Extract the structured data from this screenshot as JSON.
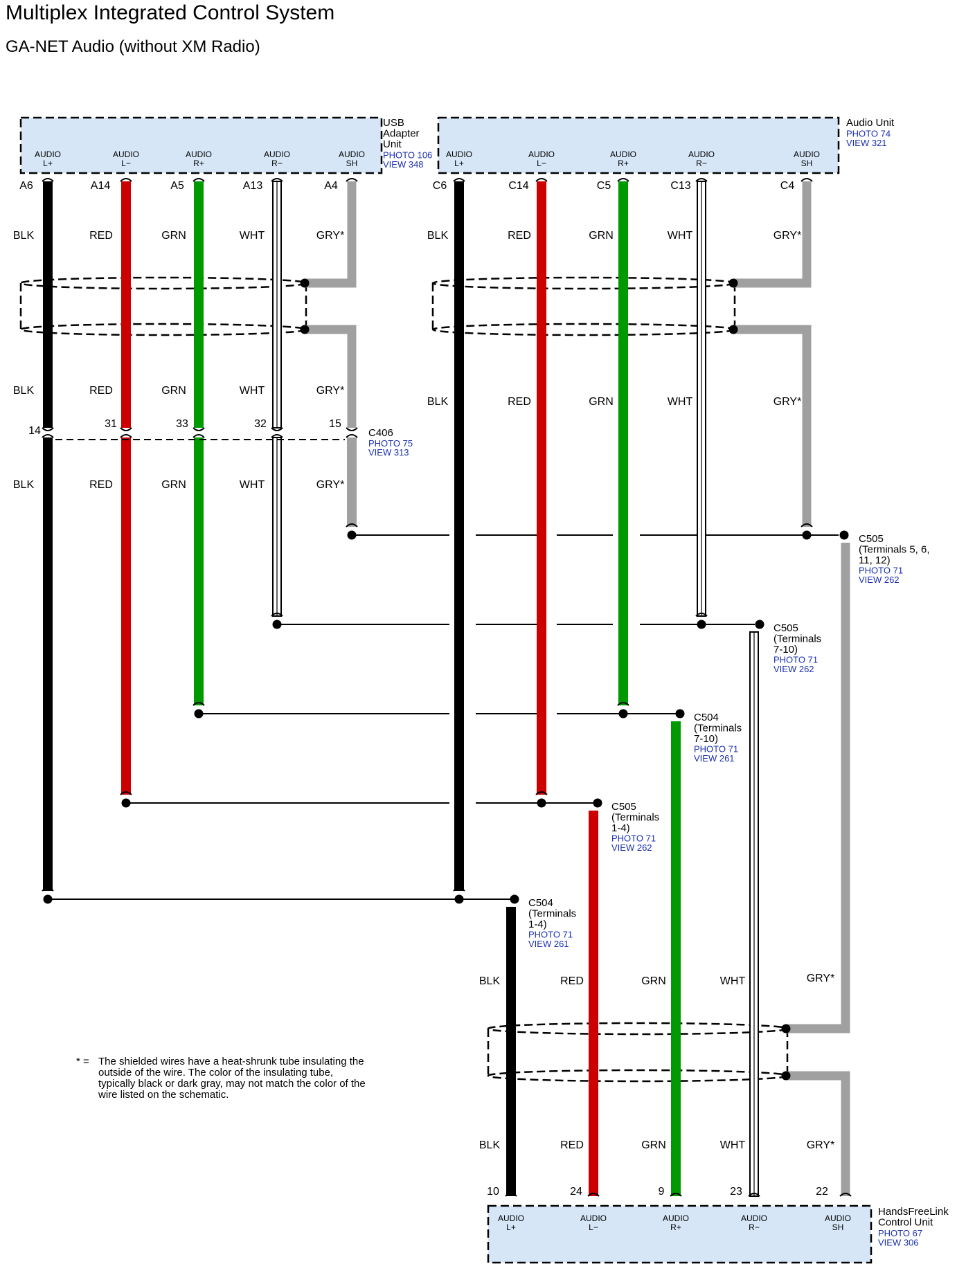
{
  "title": "Multiplex Integrated Control System",
  "subtitle": "GA-NET Audio (without XM Radio)",
  "colors": {
    "unit_fill": "#d6e6f7",
    "black_wire": "#000000",
    "red_wire": "#cc0000",
    "green_wire": "#009a00",
    "white_wire": "#ffffff",
    "gray_wire": "#a0a0a0",
    "ref_text": "#1a2fb0"
  },
  "units": [
    {
      "id": "usb",
      "name_lines": [
        "USB",
        "Adapter",
        "Unit"
      ],
      "photo": "PHOTO 106",
      "view": "VIEW 348",
      "pins": [
        [
          "AUDIO",
          "L+"
        ],
        [
          "AUDIO",
          "L−"
        ],
        [
          "AUDIO",
          "R+"
        ],
        [
          "AUDIO",
          "R−"
        ],
        [
          "AUDIO",
          "SH"
        ]
      ],
      "terminals": [
        "A6",
        "A14",
        "A5",
        "A13",
        "A4"
      ]
    },
    {
      "id": "audio",
      "name_lines": [
        "Audio Unit"
      ],
      "photo": "PHOTO 74",
      "view": "VIEW 321",
      "pins": [
        [
          "AUDIO",
          "L+"
        ],
        [
          "AUDIO",
          "L−"
        ],
        [
          "AUDIO",
          "R+"
        ],
        [
          "AUDIO",
          "R−"
        ],
        [
          "AUDIO",
          "SH"
        ]
      ],
      "terminals": [
        "C6",
        "C14",
        "C5",
        "C13",
        "C4"
      ]
    },
    {
      "id": "hfl",
      "name_lines": [
        "HandsFreeLink",
        "Control Unit"
      ],
      "photo": "PHOTO 67",
      "view": "VIEW 306",
      "pins": [
        [
          "AUDIO",
          "L+"
        ],
        [
          "AUDIO",
          "L−"
        ],
        [
          "AUDIO",
          "R+"
        ],
        [
          "AUDIO",
          "R−"
        ],
        [
          "AUDIO",
          "SH"
        ]
      ],
      "terminals": [
        "10",
        "24",
        "9",
        "23",
        "22"
      ]
    }
  ],
  "wire_colors": [
    "BLK",
    "RED",
    "GRN",
    "WHT",
    "GRY*"
  ],
  "c406": {
    "name": "C406",
    "photo": "PHOTO 75",
    "view": "VIEW 313",
    "pins": [
      "14",
      "31",
      "33",
      "32",
      "15"
    ]
  },
  "junctions": [
    {
      "id": "j_sh",
      "lines": [
        "C505",
        "(Terminals 5, 6,",
        "11, 12)"
      ],
      "photo": "PHOTO 71",
      "view": "VIEW 262"
    },
    {
      "id": "j_rm",
      "lines": [
        "C505",
        "(Terminals",
        "7-10)"
      ],
      "photo": "PHOTO 71",
      "view": "VIEW 262"
    },
    {
      "id": "j_rp",
      "lines": [
        "C504",
        "(Terminals",
        "7-10)"
      ],
      "photo": "PHOTO 71",
      "view": "VIEW 261"
    },
    {
      "id": "j_lm",
      "lines": [
        "C505",
        "(Terminals",
        "1-4)"
      ],
      "photo": "PHOTO 71",
      "view": "VIEW 262"
    },
    {
      "id": "j_lp",
      "lines": [
        "C504",
        "(Terminals",
        "1-4)"
      ],
      "photo": "PHOTO 71",
      "view": "VIEW 261"
    }
  ],
  "footnote": {
    "mark": "* =",
    "text": "The shielded wires have a heat-shrunk tube insulating the outside of the wire. The color of the insulating tube, typically black or dark gray, may not match the color of the wire listed on the schematic."
  }
}
